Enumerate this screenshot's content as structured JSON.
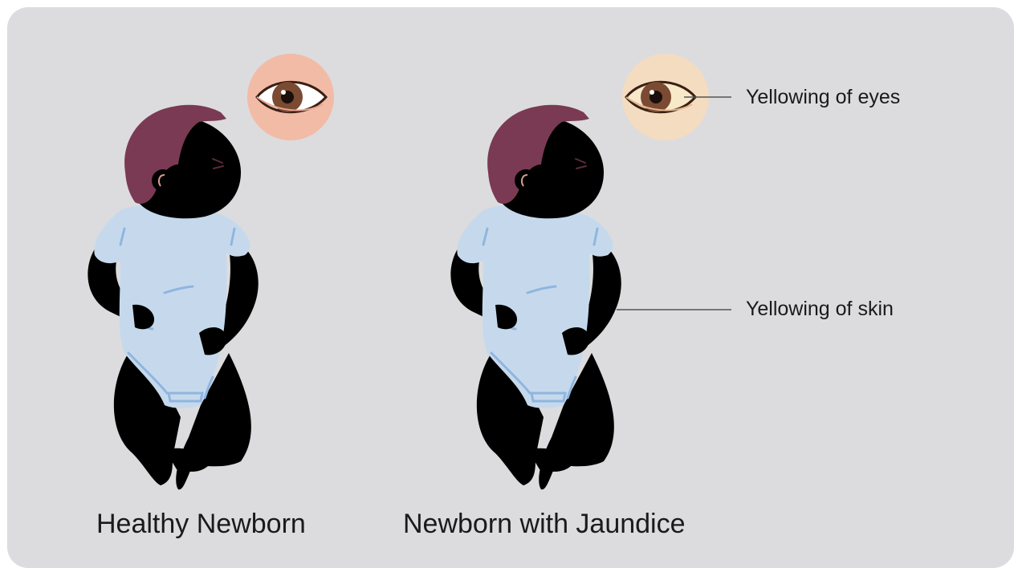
{
  "colors": {
    "background": "#dcdcde",
    "hair": "#7a3a53",
    "onesie": "#c6d9ec",
    "onesie_lines": "#8fb5e0",
    "skin_healthy": "#f2bba6",
    "skin_jaundice": "#f4dcc0",
    "iris": "#7a4a33"
  },
  "figures": {
    "healthy": {
      "label": "Healthy Newborn",
      "icon": "baby-healthy-icon",
      "eye_icon": "eye-healthy-icon"
    },
    "jaundice": {
      "label": "Newborn with Jaundice",
      "icon": "baby-jaundice-icon",
      "eye_icon": "eye-jaundice-icon"
    }
  },
  "annotations": {
    "eyes": "Yellowing of eyes",
    "skin": "Yellowing of skin"
  }
}
